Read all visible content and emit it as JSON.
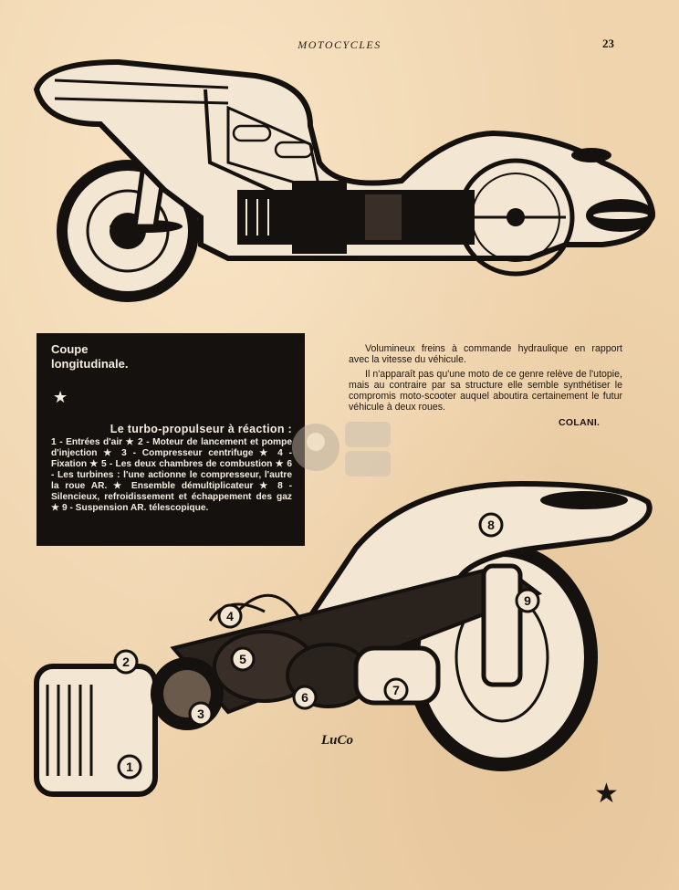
{
  "header": {
    "running_title": "MOTOCYCLES",
    "page_number": "23"
  },
  "caption": {
    "title": "Coupe longitudinale.",
    "star": "★",
    "heading": "Le turbo-propulseur à réaction :",
    "legend": "1 - Entrées d'air ★ 2 - Moteur de lancement et pompe d'injection ★ 3 - Compresseur centrifuge ★ 4 - Fixation ★ 5 - Les deux chambres de combustion ★ 6 - Les turbines : l'une actionne le compresseur, l'autre la roue AR. ★ Ensemble démultiplicateur ★ 8 - Silencieux, refroidissement et échappement des gaz ★ 9 - Suspension AR. télescopique."
  },
  "article": {
    "paragraphs": [
      "Volumineux freins à commande hydraulique en rapport avec la vitesse du véhicule.",
      "Il n'apparaît pas qu'une moto de ce genre relève de l'utopie, mais au contraire par sa structure elle semble synthétiser le compromis moto-scooter auquel aboutira certainement le futur véhicule à deux roues."
    ],
    "signature": "COLANI."
  },
  "illustration": {
    "artist_signature": "LuCo",
    "callouts": [
      "1",
      "2",
      "3",
      "4",
      "5",
      "6",
      "7",
      "8",
      "9"
    ]
  },
  "decor": {
    "corner_star": "★"
  },
  "colors": {
    "paper": "#efd4ad",
    "ink": "#15110e",
    "caption_text": "#f4ece0"
  }
}
